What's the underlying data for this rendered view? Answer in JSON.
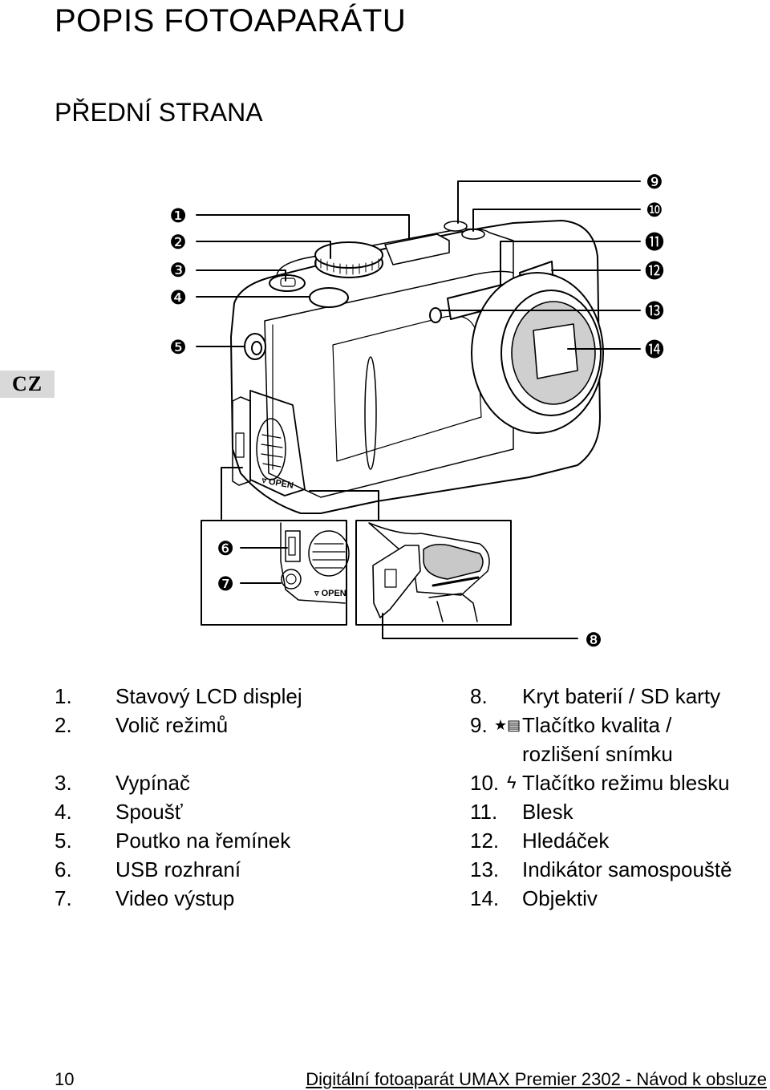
{
  "header": {
    "title": "POPIS FOTOAPARÁTU",
    "section": "PŘEDNÍ STRANA",
    "language_tab": "CZ"
  },
  "diagram": {
    "callouts": [
      "❶",
      "❷",
      "❸",
      "❹",
      "❺",
      "❻",
      "❼",
      "❽",
      "❾",
      "❿",
      "⓫",
      "⓬",
      "⓭",
      "⓮"
    ],
    "camera_texts": {
      "open_main": "▿ OPEN",
      "open_inset": "▿ OPEN"
    }
  },
  "legend": {
    "left": [
      {
        "num": "1.",
        "text": "Stavový LCD displej"
      },
      {
        "num": "2.",
        "text": "Volič režimů"
      },
      {
        "num": "3.",
        "text": "Vypínač"
      },
      {
        "num": "4.",
        "text": "Spoušť"
      },
      {
        "num": "5.",
        "text": "Poutko na řemínek"
      },
      {
        "num": "6.",
        "text": "USB rozhraní"
      },
      {
        "num": "7.",
        "text": "Video výstup"
      }
    ],
    "right": [
      {
        "num": "8.",
        "text": "Kryt baterií / SD karty"
      },
      {
        "num": "9.",
        "icon": "★▤",
        "text": "Tlačítko kvalita /",
        "text2": "rozlišení snímku"
      },
      {
        "num": "10.",
        "icon": "ϟ",
        "text": "Tlačítko režimu blesku"
      },
      {
        "num": "11.",
        "text": "Blesk"
      },
      {
        "num": "12.",
        "text": "Hledáček"
      },
      {
        "num": "13.",
        "text": "Indikátor samospouště"
      },
      {
        "num": "14.",
        "text": "Objektiv"
      }
    ]
  },
  "footer": {
    "page_number": "10",
    "title": "Digitální fotoaparát UMAX Premier 2302 - Návod k obsluze"
  }
}
